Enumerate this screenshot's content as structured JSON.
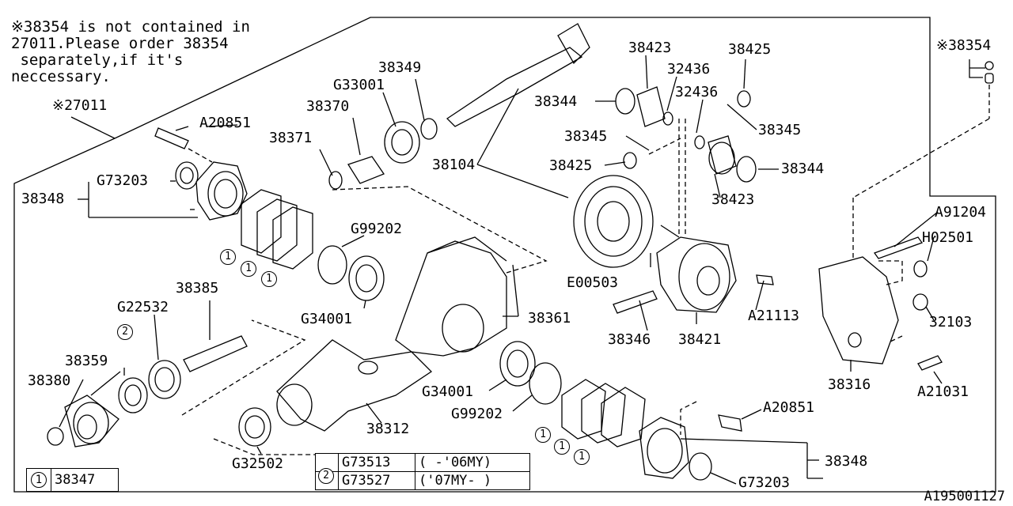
{
  "note": {
    "lines": [
      "※38354 is not contained in",
      "27011.Please order 38354",
      " separately,if it's",
      "neccessary."
    ]
  },
  "labels": {
    "l27011": "※27011",
    "l38354": "※38354",
    "A20851_a": "A20851",
    "G73203_a": "G73203",
    "l38348_a": "38348",
    "l38371": "38371",
    "l38370": "38370",
    "G33001": "G33001",
    "l38349": "38349",
    "l38104": "38104",
    "l38423_a": "38423",
    "l38344_a": "38344",
    "l32436_a": "32436",
    "l38425_a": "38425",
    "l32436_b": "32436",
    "l38345_a": "38345",
    "l38345_b": "38345",
    "l38425_b": "38425",
    "l38344_b": "38344",
    "l38423_b": "38423",
    "G99202_a": "G99202",
    "G34001_a": "G34001",
    "l38385": "38385",
    "G22532": "G22532",
    "l38359": "38359",
    "l38380": "38380",
    "l38361": "38361",
    "E00503": "E00503",
    "A21113": "A21113",
    "l38346": "38346",
    "l38421": "38421",
    "A91204": "A91204",
    "H02501": "H02501",
    "l32103": "32103",
    "l38316": "38316",
    "A21031": "A21031",
    "G34001_b": "G34001",
    "G99202_b": "G99202",
    "l38312": "38312",
    "A20851_b": "A20851",
    "G32502": "G32502",
    "l38348_b": "38348",
    "G73203_b": "G73203"
  },
  "callouts": {
    "one": "1",
    "two": "2"
  },
  "legend": {
    "circle": "1",
    "part": "38347"
  },
  "my_table": {
    "circle": "2",
    "rows": [
      {
        "part": "G73513",
        "range": "(  -'06MY)"
      },
      {
        "part": "G73527",
        "range": "('07MY-   )"
      }
    ]
  },
  "diagram_id": "A195001127"
}
